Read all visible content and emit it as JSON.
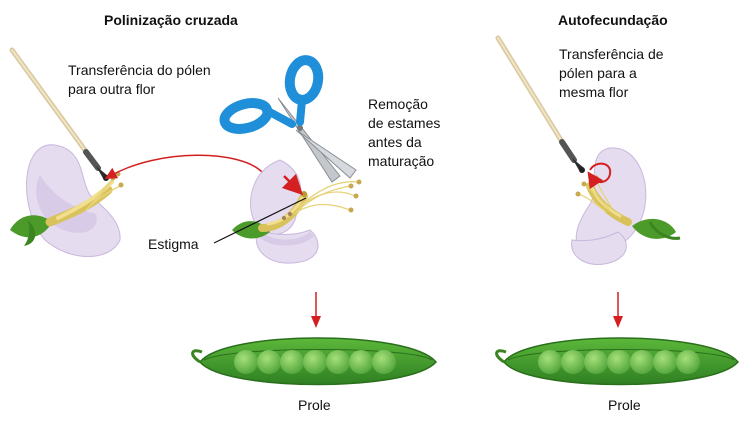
{
  "cross": {
    "title": "Polinização cruzada",
    "transfer_line1": "Transferência do pólen",
    "transfer_line2": "para outra flor",
    "removal_line1": "Remoção",
    "removal_line2": "de estames",
    "removal_line3": "antes da",
    "removal_line4": "maturação",
    "stigma": "Estigma",
    "offspring": "Prole"
  },
  "self": {
    "title": "Autofecundação",
    "transfer_line1": "Transferência de",
    "transfer_line2": "pólen para a",
    "transfer_line3": "mesma flor",
    "offspring": "Prole"
  },
  "colors": {
    "petal": "#e6dcf0",
    "stamen": "#e8d37a",
    "leaf": "#4c9a2a",
    "pod": "#3f9a2e",
    "pea": "#72c24a",
    "arrow": "#d42020",
    "scissors": "#1e8fd8"
  }
}
